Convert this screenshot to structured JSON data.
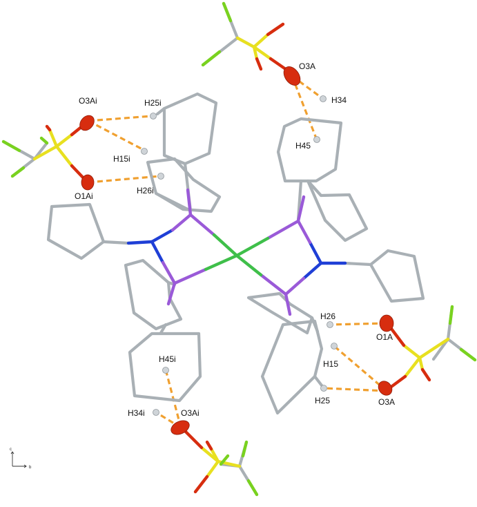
{
  "labels": {
    "o3a_top": "O3A",
    "h34": "H34",
    "h45": "H45",
    "o3ai_top": "O3Ai",
    "h25i": "H25i",
    "h15i": "H15i",
    "o1ai": "O1Ai",
    "h26i": "H26i",
    "h26": "H26",
    "o1a": "O1A",
    "h15": "H15",
    "h25": "H25",
    "o3a_bottom": "O3A",
    "h45i": "H45i",
    "h34i": "H34i",
    "o3ai_bottom": "O3Ai"
  },
  "axes": {
    "vertical": "c",
    "horizontal": "b"
  },
  "colors": {
    "carbon": "#a9b0b5",
    "nitrogen": "#1f3fd6",
    "phosphorus": "#9a5ad8",
    "metal": "#3fbf4a",
    "oxygen": "#d72d0f",
    "sulfur": "#e8e020",
    "fluorine": "#79d21f",
    "hbond": "#f0a030",
    "hydrogen": "#cfd4d8"
  }
}
